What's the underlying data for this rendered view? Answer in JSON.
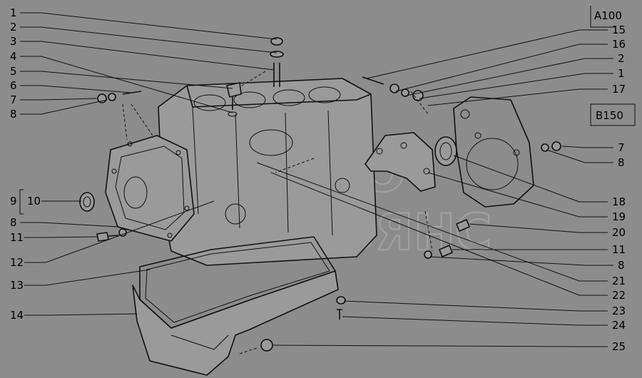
{
  "references": {
    "a100": "A100",
    "b150": "B150"
  },
  "watermark": {
    "line1": "АВТО",
    "line2": "АЛЬЯНС"
  },
  "callouts": {
    "left": [
      "1",
      "2",
      "3",
      "4",
      "5",
      "6",
      "7",
      "8",
      "9",
      "10",
      "8",
      "11",
      "12",
      "13",
      "14"
    ],
    "right": [
      "15",
      "16",
      "2",
      "1",
      "17",
      "7",
      "8",
      "18",
      "19",
      "20",
      "11",
      "8",
      "21",
      "22",
      "23",
      "24",
      "25"
    ]
  }
}
